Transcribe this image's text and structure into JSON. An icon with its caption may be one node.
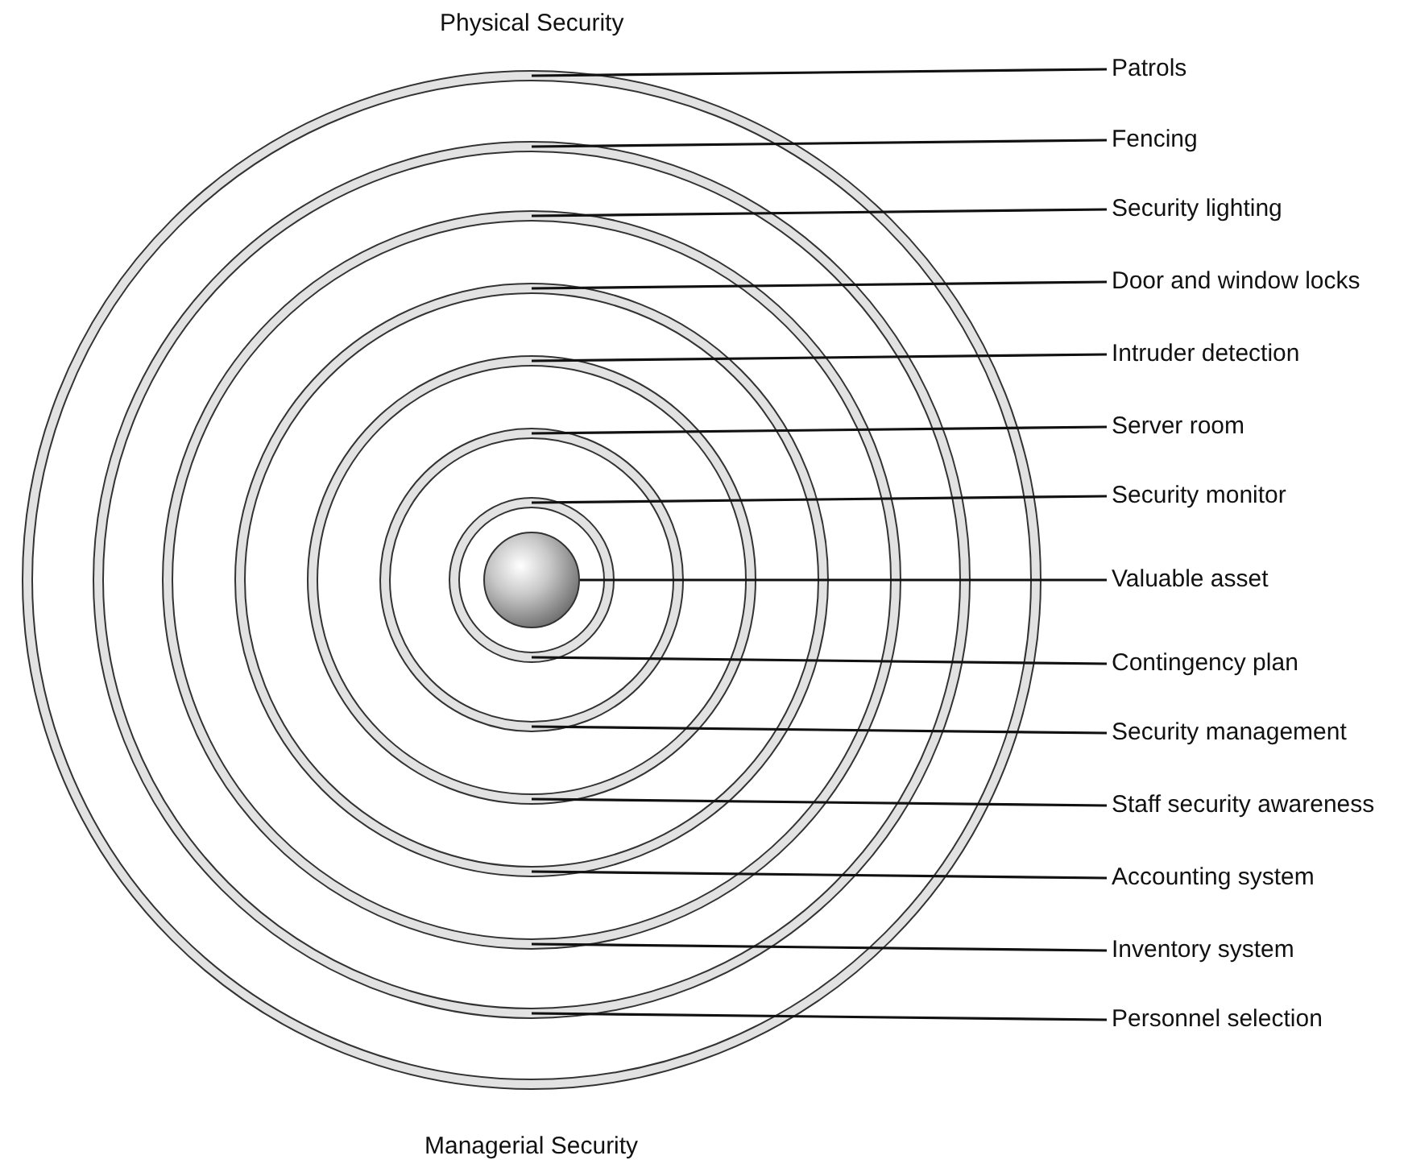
{
  "diagram": {
    "nodes": [
      {
        "text": [],
        "shape": "circle"
      },
      {
        "text": [],
        "shape": "circle",
        "in": 0
      },
      {
        "text": [],
        "shape": "circle",
        "in": 1
      },
      {
        "text": [],
        "shape": "circle",
        "in": 2
      },
      {
        "text": [],
        "shape": "circle",
        "in": 3
      },
      {
        "text": [],
        "shape": "circle",
        "in": 4
      },
      {
        "text": [],
        "shape": "circle",
        "in": 5
      },
      {
        "text": [],
        "shape": "circle",
        "in": 6
      },
      {
        "text": [
          "Patrols"
        ]
      },
      {
        "text": [
          "Fencing"
        ]
      },
      {
        "text": [
          "Security lighting"
        ]
      },
      {
        "text": [
          "Door and window locks"
        ]
      },
      {
        "text": [
          "Intruder detection"
        ]
      },
      {
        "text": [
          "Server room"
        ]
      },
      {
        "text": [
          "Security monitor"
        ]
      },
      {
        "text": [
          "Valuable asset"
        ]
      },
      {
        "text": [
          "Contingency plan"
        ]
      },
      {
        "text": [
          "Security management"
        ]
      },
      {
        "text": [
          "Staff security awareness"
        ]
      },
      {
        "text": [
          "Accounting system"
        ]
      },
      {
        "text": [
          "Inventory system"
        ]
      },
      {
        "text": [
          "Personnel selection"
        ]
      }
    ],
    "edges": [
      {
        "from": 8,
        "to": 0,
        "arrow": "none"
      },
      {
        "from": 9,
        "to": 1,
        "arrow": "none"
      },
      {
        "from": 10,
        "to": 2,
        "arrow": "none"
      },
      {
        "from": 11,
        "to": 3,
        "arrow": "none"
      },
      {
        "from": 12,
        "to": 4,
        "arrow": "none"
      },
      {
        "from": 13,
        "to": 5,
        "arrow": "none"
      },
      {
        "from": 14,
        "to": 6,
        "arrow": "none"
      },
      {
        "from": 15,
        "to": 7,
        "arrow": "none"
      },
      {
        "from": 16,
        "to": 6,
        "arrow": "none"
      },
      {
        "from": 17,
        "to": 5,
        "arrow": "none"
      },
      {
        "from": 18,
        "to": 4,
        "arrow": "none"
      },
      {
        "from": 19,
        "to": 3,
        "arrow": "none"
      },
      {
        "from": 20,
        "to": 2,
        "arrow": "none"
      },
      {
        "from": 21,
        "to": 1,
        "arrow": "none"
      }
    ],
    "labels": [
      "Physical Security",
      "Managerial Security"
    ]
  }
}
